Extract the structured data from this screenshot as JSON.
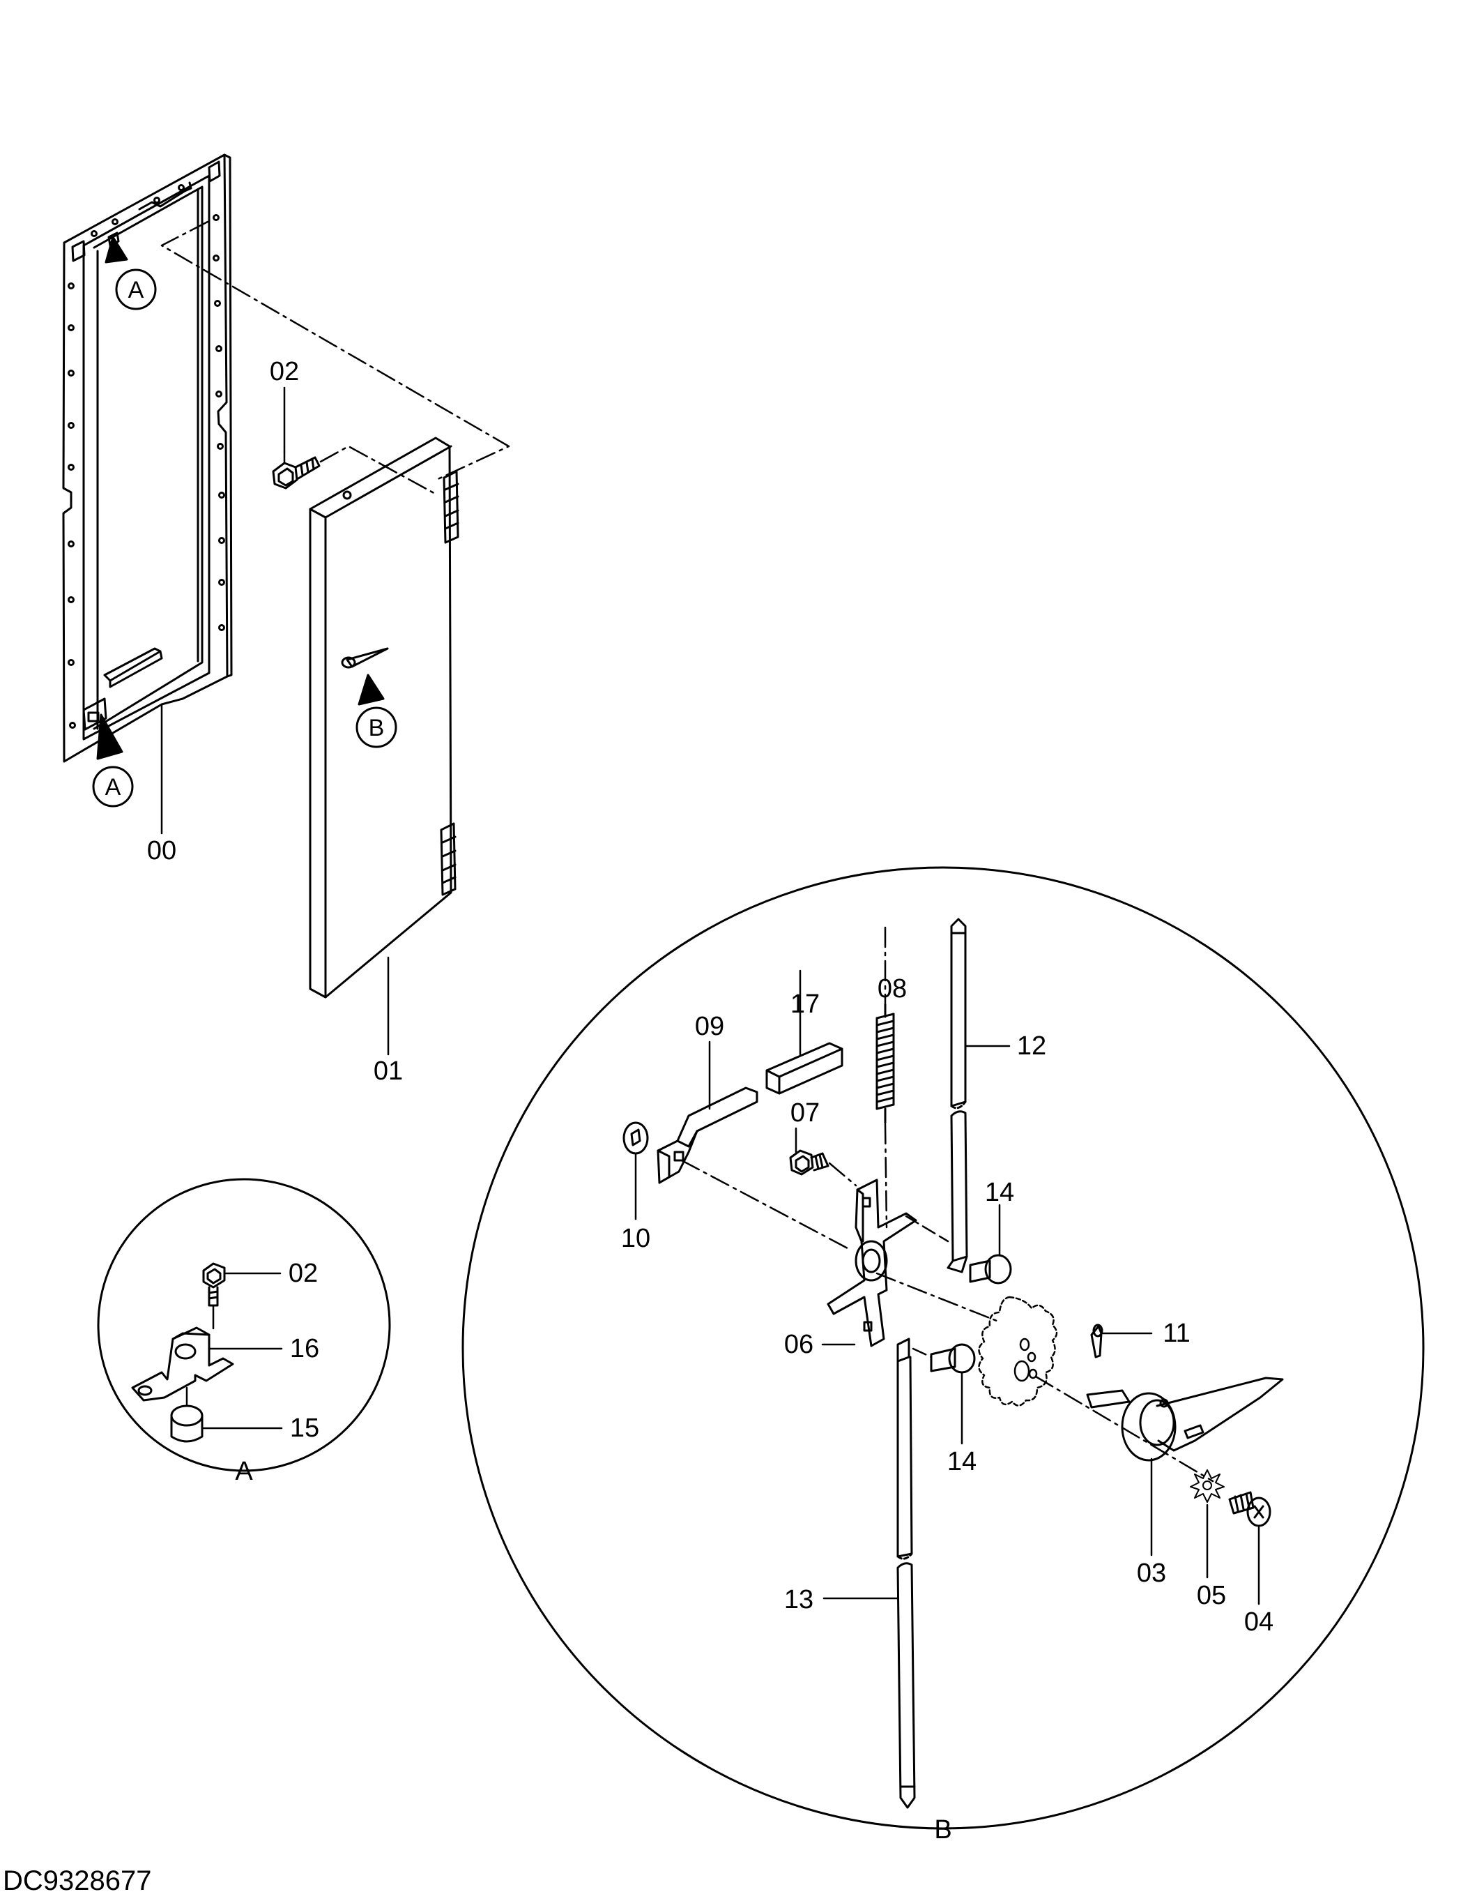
{
  "drawing_id": "DC9328677",
  "views": {
    "detail_a": {
      "label": "A"
    },
    "detail_b": {
      "label": "B"
    }
  },
  "reference_markers": {
    "frame_top": "A",
    "frame_bottom": "A",
    "door_latch": "B"
  },
  "parts": {
    "frame": "00",
    "door": "01",
    "bolt_main": "02",
    "handle": "03",
    "screw": "04",
    "lock_washer": "05",
    "latch_body": "06",
    "latch_bolt": "07",
    "spring": "08",
    "lever": "09",
    "bushing": "10",
    "cotter_pin": "11",
    "rod_upper": "12",
    "rod_lower": "13",
    "pin_upper": "14",
    "pin_lower": "14",
    "spacer": "15",
    "bracket": "16",
    "plate": "17",
    "bolt_detail_a": "02"
  },
  "colors": {
    "line": "#000000",
    "background": "#ffffff"
  }
}
